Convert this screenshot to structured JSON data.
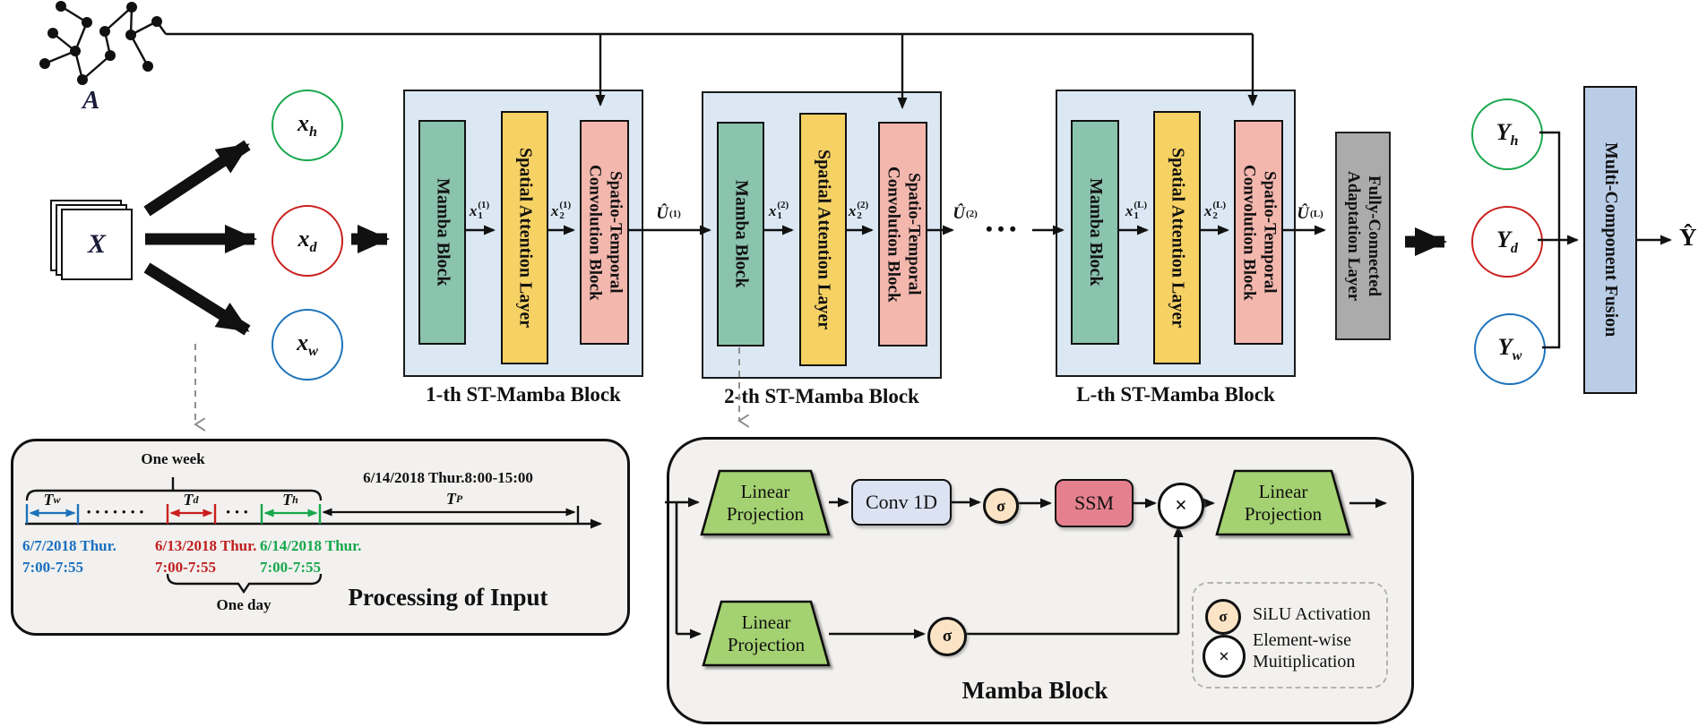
{
  "colors": {
    "st_block_bg": "#dbe8f4",
    "mamba_box": "#8ac3ae",
    "attention_box": "#f6d163",
    "conv_box": "#f3b7ae",
    "fc_box": "#ababab",
    "fusion_box": "#b9cde6",
    "panel_bg": "#f2f1ef",
    "trapezoid": "#a4d171",
    "conv1d_box": "#dbe2f2",
    "ssm_box": "#e5808e",
    "sigma_circle": "#fbe4c5",
    "hour_green": "#17a74c",
    "day_red": "#c9201d",
    "week_blue": "#1c72bb"
  },
  "adjacency_label": "A",
  "input_label": "X",
  "input_components": [
    {
      "base": "x",
      "sub": "h",
      "border": "#17a74c"
    },
    {
      "base": "x",
      "sub": "d",
      "border": "#c9201d"
    },
    {
      "base": "x",
      "sub": "w",
      "border": "#1c72bb"
    }
  ],
  "st_blocks": [
    {
      "caption": "1-th ST-Mamba Block",
      "mamba_label": "Mamba Block",
      "attention_label": "Spatial Attention Layer",
      "conv_label": "Spatio-Temporal\nConvolution Block",
      "x1": {
        "base": "x",
        "sub": "1",
        "sup": "(1)"
      },
      "x2": {
        "base": "x",
        "sub": "2",
        "sup": "(1)"
      },
      "out": {
        "base": "Û",
        "sup": "(1)"
      }
    },
    {
      "caption": "2-th ST-Mamba Block",
      "mamba_label": "Mamba Block",
      "attention_label": "Spatial Attention Layer",
      "conv_label": "Spatio-Temporal\nConvolution Block",
      "x1": {
        "base": "x",
        "sub": "1",
        "sup": "(2)"
      },
      "x2": {
        "base": "x",
        "sub": "2",
        "sup": "(2)"
      },
      "out": {
        "base": "Û",
        "sup": "(2)"
      }
    },
    {
      "caption": "L-th ST-Mamba Block",
      "mamba_label": "Mamba Block",
      "attention_label": "Spatial Attention Layer",
      "conv_label": "Spatio-Temporal\nConvolution Block",
      "x1": {
        "base": "x",
        "sub": "1",
        "sup": "(L)"
      },
      "x2": {
        "base": "x",
        "sub": "2",
        "sup": "(L)"
      },
      "out": {
        "base": "Û",
        "sup": "(L)"
      }
    }
  ],
  "ellipsis": "• • •",
  "fc_layer_label": "Fully-Connected\nAdaptation Layer",
  "output_components": [
    {
      "base": "Y",
      "sub": "h",
      "border": "#17a74c"
    },
    {
      "base": "Y",
      "sub": "d",
      "border": "#c9201d"
    },
    {
      "base": "Y",
      "sub": "w",
      "border": "#1c72bb"
    }
  ],
  "fusion_label": "Multi-Component Fusion",
  "prediction_label": "Ŷ",
  "processing_panel": {
    "title": "Processing of Input",
    "one_week": "One week",
    "one_day": "One day",
    "tp_header": "6/14/2018 Thur.8:00-15:00",
    "spans": [
      {
        "base": "T",
        "sub": "w"
      },
      {
        "base": "T",
        "sub": "d"
      },
      {
        "base": "T",
        "sub": "h"
      },
      {
        "base": "T",
        "sub": "P"
      }
    ],
    "week_dots": "• • • • • • •",
    "day_dots": "• • •",
    "dates": [
      {
        "date": "6/7/2018 Thur.",
        "time": "7:00-7:55",
        "color": "#1a6fbf"
      },
      {
        "date": "6/13/2018 Thur.",
        "time": "7:00-7:55",
        "color": "#c01f1f"
      },
      {
        "date": "6/14/2018 Thur.",
        "time": "7:00-7:55",
        "color": "#17a74c"
      }
    ]
  },
  "mamba_panel": {
    "title": "Mamba Block",
    "in_proj_top": "Linear\nProjection",
    "in_proj_bottom": "Linear\nProjection",
    "out_proj": "Linear\nProjection",
    "conv1d_label": "Conv 1D",
    "ssm_label": "SSM",
    "sigma_symbol": "σ",
    "times_symbol": "×",
    "legend": {
      "sigma_symbol": "σ",
      "sigma_label": "SiLU Activation",
      "times_symbol": "×",
      "times_label": "Element-wise\nMuitiplication"
    }
  }
}
